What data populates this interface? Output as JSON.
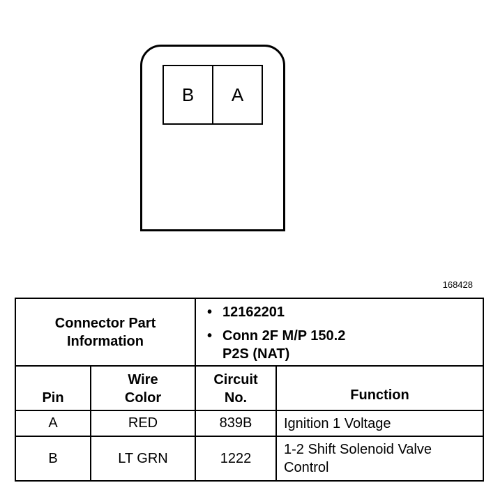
{
  "connector": {
    "pins": [
      "B",
      "A"
    ]
  },
  "figure_number": "168428",
  "info": {
    "label_line1": "Connector Part",
    "label_line2": "Information",
    "items": [
      "12162201",
      "Conn 2F M/P 150.2",
      "P2S (NAT)"
    ],
    "bullet": "•"
  },
  "headers": {
    "pin": "Pin",
    "wire_line1": "Wire",
    "wire_line2": "Color",
    "circuit_line1": "Circuit",
    "circuit_line2": "No.",
    "function": "Function"
  },
  "rows": [
    {
      "pin": "A",
      "wire": "RED",
      "circuit": "839B",
      "function_line1": "Ignition 1 Voltage",
      "function_line2": ""
    },
    {
      "pin": "B",
      "wire": "LT GRN",
      "circuit": "1222",
      "function_line1": "1-2 Shift Solenoid Valve",
      "function_line2": "Control"
    }
  ]
}
